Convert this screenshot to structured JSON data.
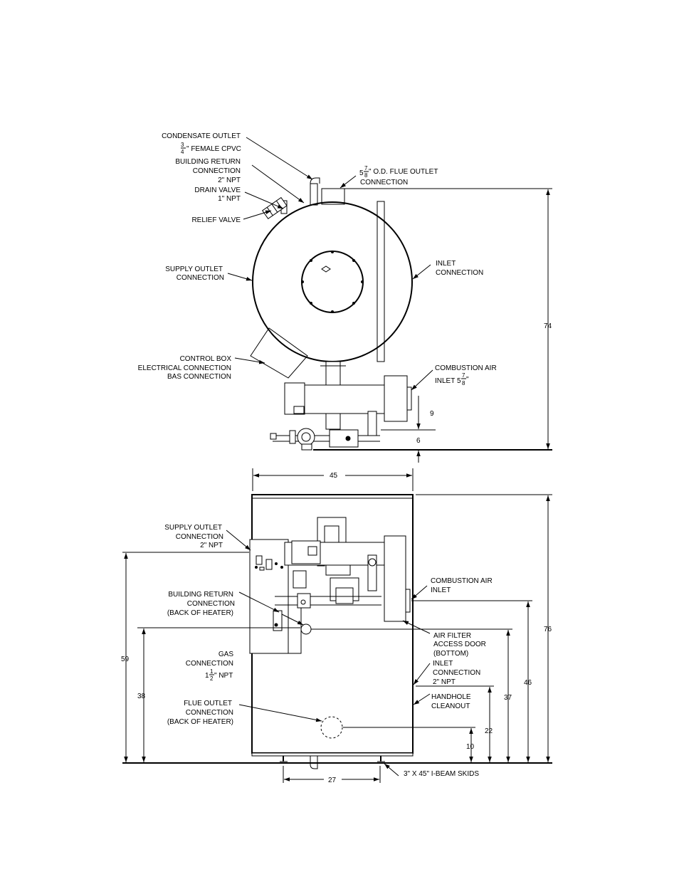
{
  "top_view": {
    "labels": {
      "condensate_outlet": "CONDENSATE OUTLET",
      "cpvc_num": "3",
      "cpvc_den": "4",
      "cpvc_text": "\" FEMALE CPVC",
      "building_return_1": "BUILDING RETURN",
      "building_return_2": "CONNECTION",
      "building_return_3": "2\" NPT",
      "drain_valve_1": "DRAIN VALVE",
      "drain_valve_2": "1\" NPT",
      "relief_valve": "RELIEF VALVE",
      "supply_outlet_1": "SUPPLY OUTLET",
      "supply_outlet_2": "CONNECTION",
      "control_box_1": "CONTROL BOX",
      "control_box_2": "ELECTRICAL CONNECTION",
      "control_box_3": "BAS CONNECTION",
      "flue_whole": "5",
      "flue_num": "7",
      "flue_den": "8",
      "flue_text": "\" O.D. FLUE OUTLET",
      "flue_2": "CONNECTION",
      "inlet_1": "INLET",
      "inlet_2": "CONNECTION",
      "comb_air_1": "COMBUSTION AIR",
      "comb_air_2": "INLET 5",
      "comb_num": "7",
      "comb_den": "8",
      "comb_tail": "\""
    },
    "dimensions": {
      "height": "74",
      "d9": "9",
      "d6": "6",
      "width": "45"
    }
  },
  "front_view": {
    "labels": {
      "supply_outlet_1": "SUPPLY OUTLET",
      "supply_outlet_2": "CONNECTION",
      "supply_outlet_3": "2\" NPT",
      "building_return_1": "BUILDING RETURN",
      "building_return_2": "CONNECTION",
      "building_return_3": "(BACK OF HEATER)",
      "gas_1": "GAS",
      "gas_2": "CONNECTION",
      "gas_whole": "1",
      "gas_num": "1",
      "gas_den": "2",
      "gas_text": "\" NPT",
      "flue_1": "FLUE OUTLET",
      "flue_2": "CONNECTION",
      "flue_3": "(BACK OF HEATER)",
      "comb_air_1": "COMBUSTION AIR",
      "comb_air_2": "INLET",
      "air_filter_1": "AIR FILTER",
      "air_filter_2": "ACCESS DOOR",
      "air_filter_3": "(BOTTOM)",
      "inlet_1": "INLET",
      "inlet_2": "CONNECTION",
      "inlet_3": "2\" NPT",
      "handhole_1": "HANDHOLE",
      "handhole_2": "CLEANOUT",
      "skids": "3\" X 45\" I-BEAM SKIDS"
    },
    "dimensions": {
      "d59": "59",
      "d38": "38",
      "d76": "76",
      "d46": "46",
      "d37": "37",
      "d22": "22",
      "d10": "10",
      "d27": "27"
    }
  }
}
